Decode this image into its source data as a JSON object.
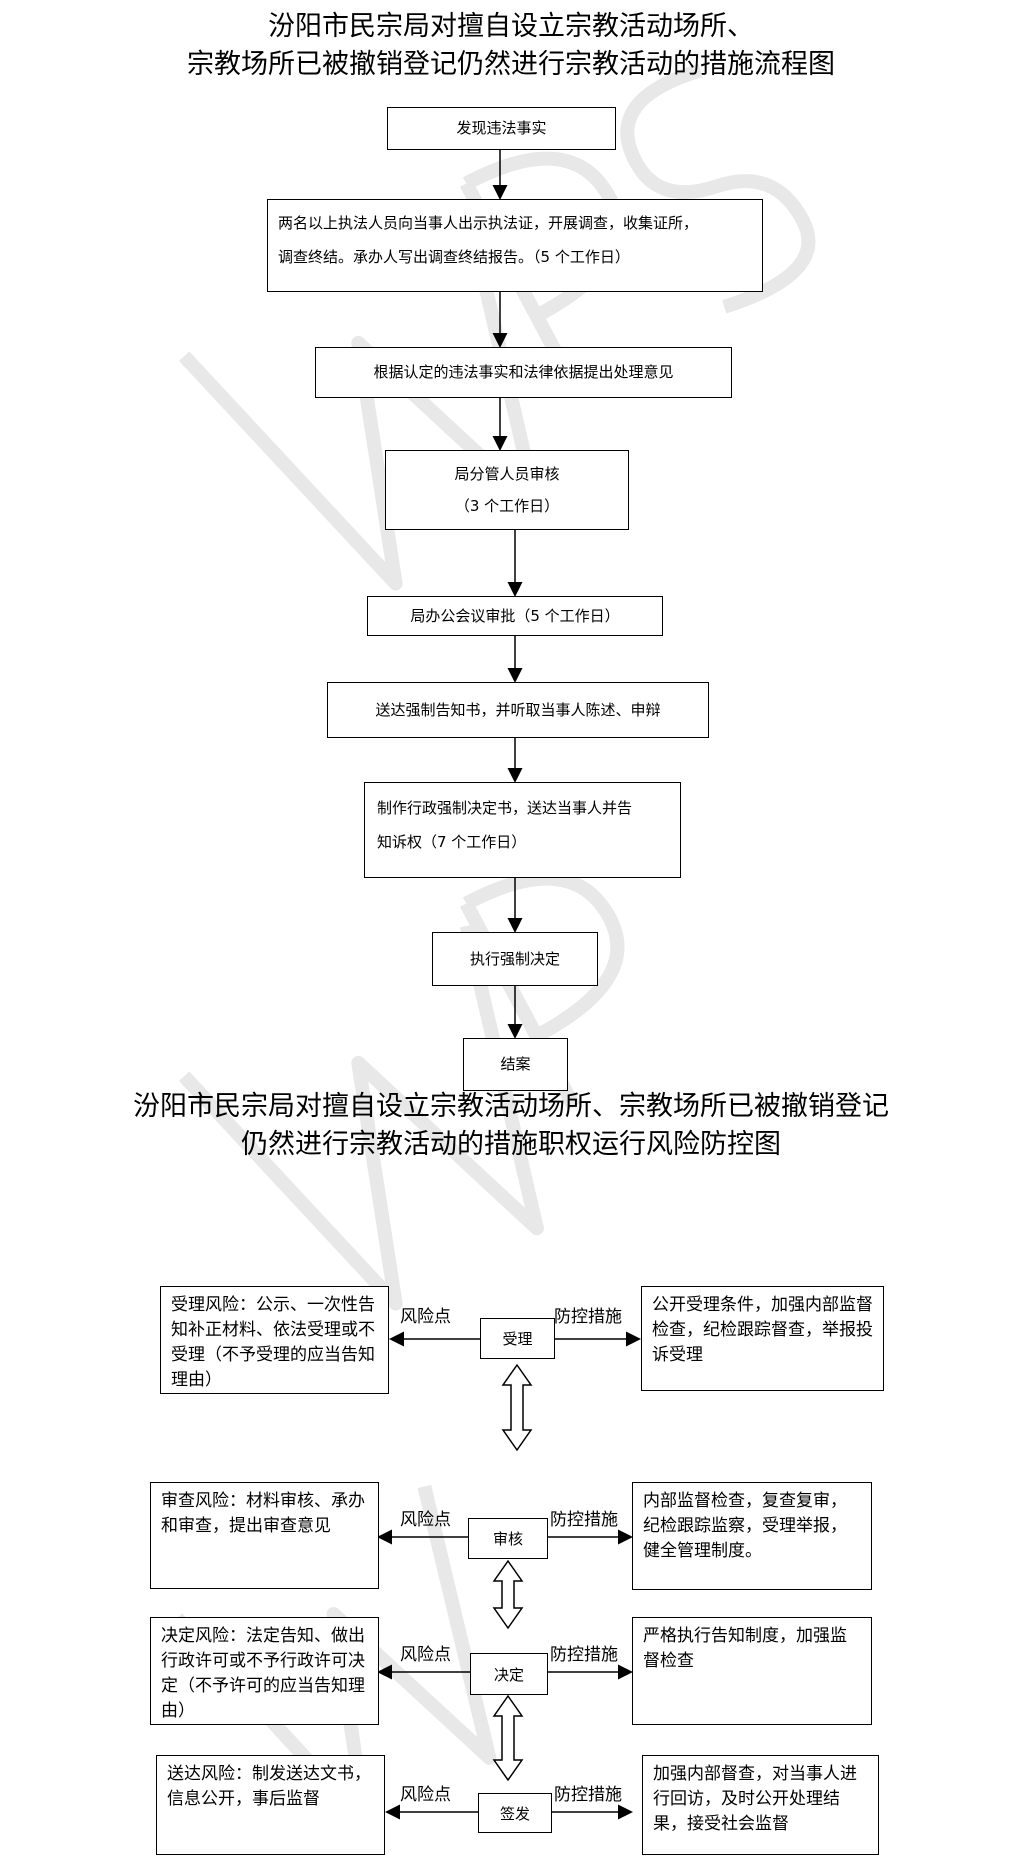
{
  "flow_title": {
    "line1": "汾阳市民宗局对擅自设立宗教活动场所、",
    "line2": "宗教场所已被撤销登记仍然进行宗教活动的措施流程图"
  },
  "flow_steps": [
    {
      "id": "s1",
      "text": "发现违法事实"
    },
    {
      "id": "s2",
      "line1": "两名以上执法人员向当事人出示执法证，开展调查，收集证所，",
      "line2": "调查终结。承办人写出调查终结报告。（5 个工作日）"
    },
    {
      "id": "s3",
      "text": "根据认定的违法事实和法律依据提出处理意见"
    },
    {
      "id": "s4",
      "line1": "局分管人员审核",
      "line2": "（3 个工作日）"
    },
    {
      "id": "s5",
      "text": "局办公会议审批（5 个工作日）"
    },
    {
      "id": "s6",
      "text": "送达强制告知书，并听取当事人陈述、申辩"
    },
    {
      "id": "s7",
      "line1": "制作行政强制决定书，送达当事人并告",
      "line2": "知诉权（7 个工作日）"
    },
    {
      "id": "s8",
      "text": "执行强制决定"
    },
    {
      "id": "s9",
      "text": "结案"
    }
  ],
  "risk_title": {
    "line1": "汾阳市民宗局对擅自设立宗教活动场所、宗教场所已被撤销登记",
    "line2": "仍然进行宗教活动的措施职权运行风险防控图"
  },
  "risk_labels": {
    "risk": "风险点",
    "control": "防控措施"
  },
  "risk_rows": [
    {
      "stage": "受理",
      "risk": "受理风险：公示、一次性告知补正材料、依法受理或不受理（不予受理的应当告知理由）",
      "control": "公开受理条件，加强内部监督检查，纪检跟踪督查，举报投诉受理"
    },
    {
      "stage": "审核",
      "risk": "审查风险：材料审核、承办和审查，提出审查意见",
      "control": "内部监督检查，复查复审，纪检跟踪监察，受理举报，健全管理制度。"
    },
    {
      "stage": "决定",
      "risk": "决定风险：法定告知、做出行政许可或不予行政许可决定（不予许可的应当告知理由）",
      "control": "严格执行告知制度，加强监督检查"
    },
    {
      "stage": "签发",
      "risk": "送达风险：制发送达文书，信息公开，事后监督",
      "control": "加强内部督查，对当事人进行回访，及时公开处理结果，接受社会监督"
    }
  ],
  "watermark": "WPS"
}
